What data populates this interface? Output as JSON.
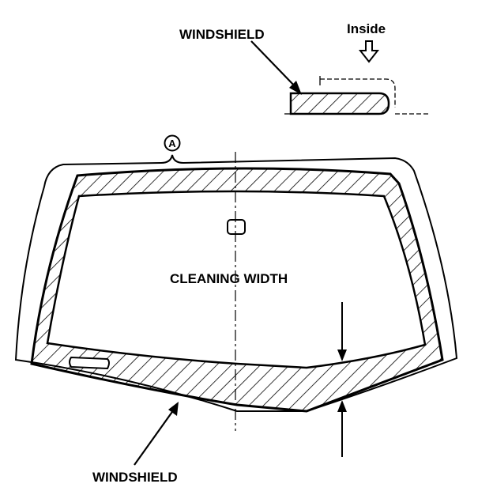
{
  "labels": {
    "windshield_top": "WINDSHIELD",
    "inside": "Inside",
    "callout_a": "A",
    "cleaning_width": "CLEANING WIDTH",
    "windshield_bottom": "WINDSHIELD"
  },
  "colors": {
    "ink": "#000000",
    "paper": "#ffffff"
  }
}
